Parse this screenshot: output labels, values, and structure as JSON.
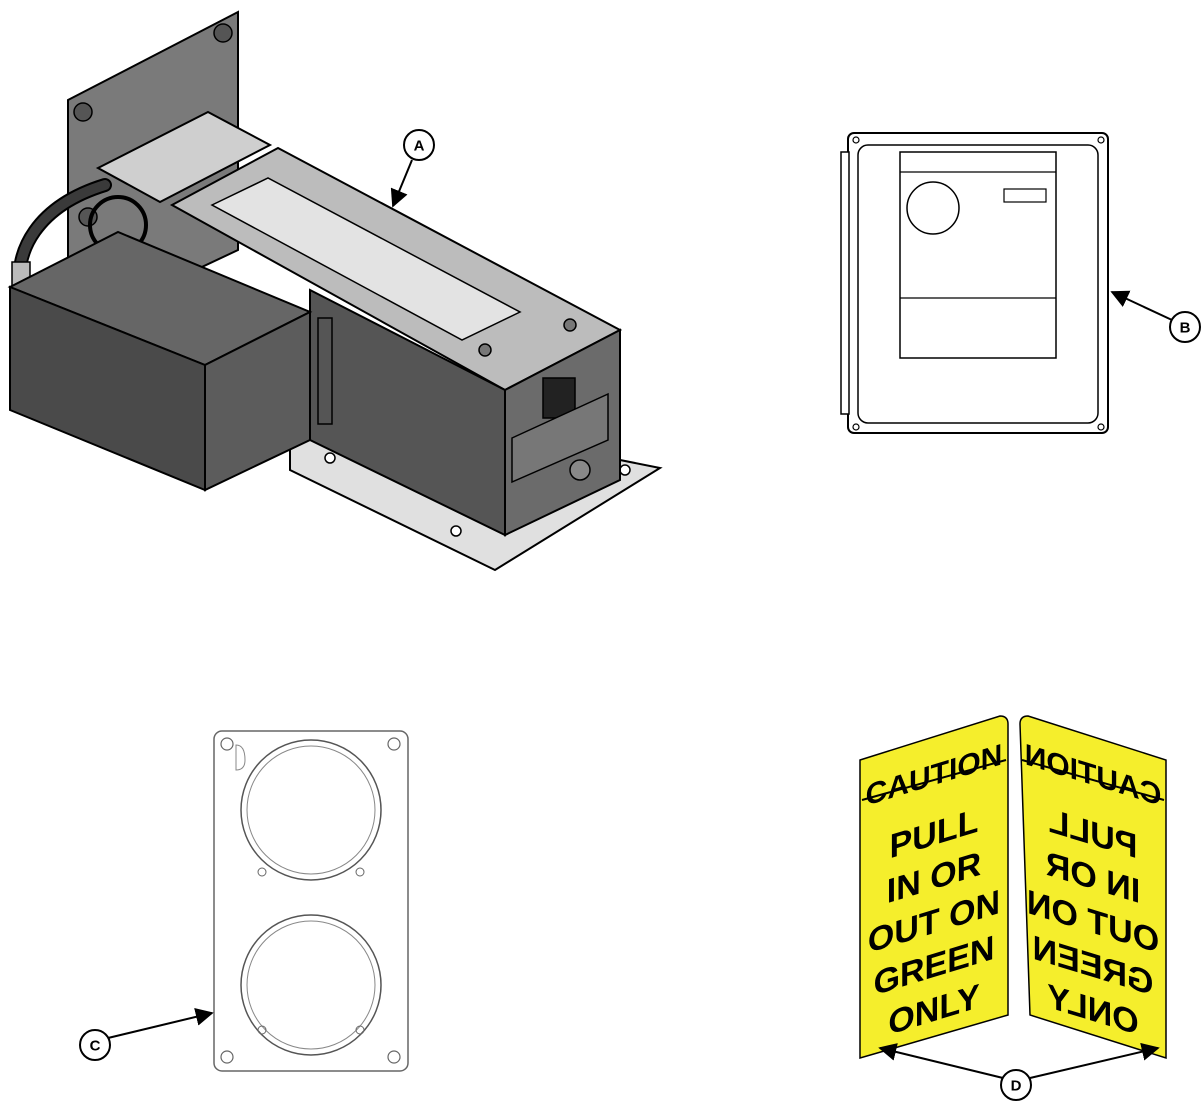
{
  "callouts": {
    "a": "A",
    "b": "B",
    "c": "C",
    "d": "D"
  },
  "sign": {
    "header": "CAUTION",
    "lines": [
      "PULL",
      "IN OR",
      "OUT ON",
      "GREEN",
      "ONLY"
    ],
    "color": "#f5ee2c"
  },
  "colors": {
    "line": "#000000",
    "dark_metal": "#4d4d4d",
    "mid_metal": "#9a9a9a",
    "light_metal": "#d9d9d9"
  }
}
